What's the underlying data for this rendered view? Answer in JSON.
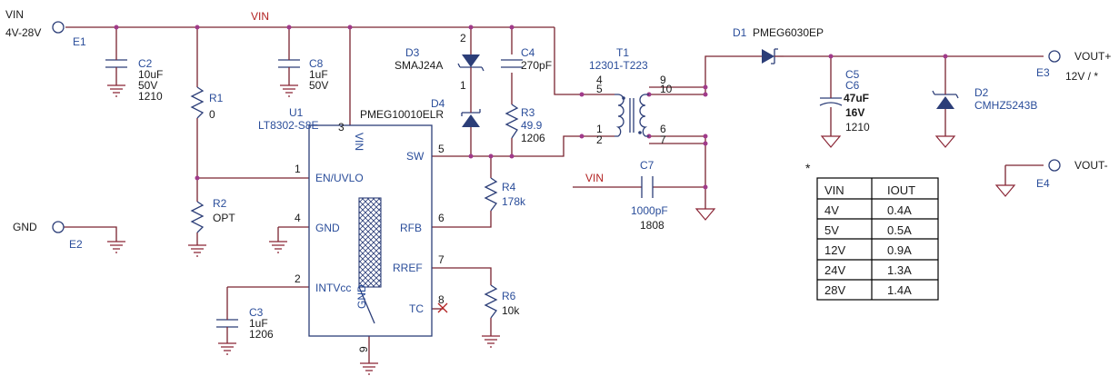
{
  "nets": {
    "vin": "VIN",
    "vin_input": "VIN"
  },
  "terminals": {
    "e1": {
      "name": "E1",
      "label": "VIN",
      "range": "4V-28V"
    },
    "e2": {
      "name": "E2",
      "label": "GND"
    },
    "e3": {
      "name": "E3",
      "label": "VOUT+",
      "value": "12V / *"
    },
    "e4": {
      "name": "E4",
      "label": "VOUT-"
    }
  },
  "components": {
    "c2": {
      "ref": "C2",
      "v1": "10uF",
      "v2": "50V",
      "v3": "1210"
    },
    "c8": {
      "ref": "C8",
      "v1": "1uF",
      "v2": "50V"
    },
    "r1": {
      "ref": "R1",
      "v1": "0"
    },
    "r2": {
      "ref": "R2",
      "v1": "OPT"
    },
    "u1": {
      "ref": "U1",
      "part": "LT8302-S8E"
    },
    "d3": {
      "ref": "D3",
      "part": "SMAJ24A"
    },
    "d4": {
      "ref": "D4",
      "part": "PMEG10010ELR"
    },
    "c4": {
      "ref": "C4",
      "v1": "270pF"
    },
    "r3": {
      "ref": "R3",
      "v1": "49.9",
      "v2": "1206"
    },
    "r4": {
      "ref": "R4",
      "v1": "178k"
    },
    "r6": {
      "ref": "R6",
      "v1": "10k"
    },
    "c3": {
      "ref": "C3",
      "v1": "1uF",
      "v2": "1206"
    },
    "t1": {
      "ref": "T1",
      "part": "12301-T223"
    },
    "c7": {
      "ref": "C7",
      "v1": "1000pF",
      "v2": "1808"
    },
    "d1": {
      "ref": "D1",
      "part": "PMEG6030EP"
    },
    "c5": {
      "ref": "C5",
      "ref2": "C6",
      "v1": "47uF",
      "v2": "16V",
      "v3": "1210"
    },
    "d2": {
      "ref": "D2",
      "part": "CMHZ5243B"
    }
  },
  "ic_pins": {
    "p1": {
      "num": "1",
      "name": "EN/UVLO"
    },
    "p2": {
      "num": "2",
      "name": "INTVcc"
    },
    "p3": {
      "num": "3",
      "name": "VIN"
    },
    "p4": {
      "num": "4",
      "name": "GND"
    },
    "p5": {
      "num": "5",
      "name": "SW"
    },
    "p6": {
      "num": "6",
      "name": "RFB"
    },
    "p7": {
      "num": "7",
      "name": "RREF"
    },
    "p8": {
      "num": "8",
      "name": "TC"
    },
    "p9": {
      "num": "9",
      "name": "GND"
    }
  },
  "pin_numbers": {
    "d3_top": "2",
    "d3_bot": "1",
    "t1_p4": "4",
    "t1_p5": "5",
    "t1_p1": "1",
    "t1_p2": "2",
    "t1_p9": "9",
    "t1_p10": "10",
    "t1_p6": "6",
    "t1_p7": "7"
  },
  "table": {
    "note": "*",
    "headers": [
      "VIN",
      "IOUT"
    ],
    "rows": [
      [
        "4V",
        "0.4A"
      ],
      [
        "5V",
        "0.5A"
      ],
      [
        "12V",
        "0.9A"
      ],
      [
        "24V",
        "1.3A"
      ],
      [
        "28V",
        "1.4A"
      ]
    ]
  }
}
